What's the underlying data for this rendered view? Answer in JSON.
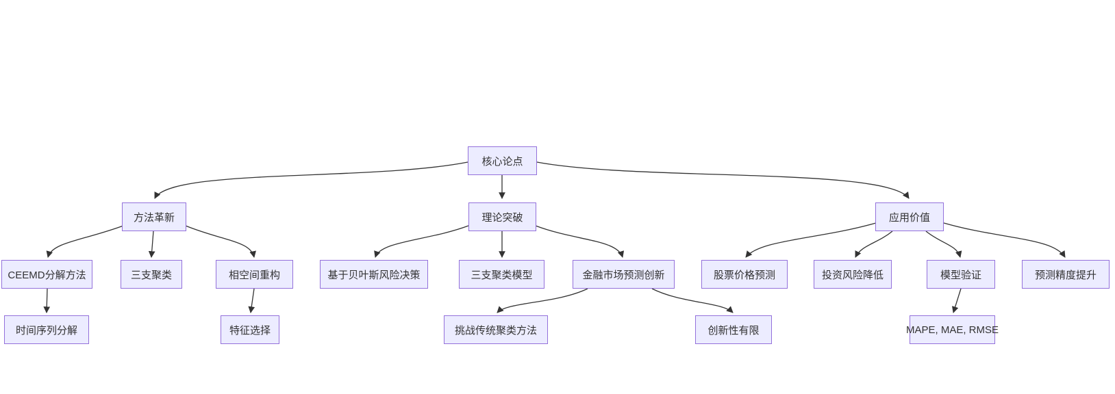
{
  "diagram": {
    "type": "flowchart-top-down",
    "colors": {
      "background": "#ffffff",
      "node_fill": "#ECECFF",
      "node_border": "#9370DB",
      "text": "#333333",
      "edge": "#333333"
    },
    "nodes": {
      "core": {
        "label": "核心论点",
        "level": 1
      },
      "methods": {
        "label": "方法革新",
        "level": 2
      },
      "theory": {
        "label": "理论突破",
        "level": 2
      },
      "application": {
        "label": "应用价值",
        "level": 2
      },
      "ceemd": {
        "label": "CEEMD分解方法",
        "level": 3
      },
      "threeway": {
        "label": "三支聚类",
        "level": 3
      },
      "phase": {
        "label": "相空间重构",
        "level": 3
      },
      "bayes": {
        "label": "基于贝叶斯风险决策",
        "level": 3
      },
      "twcmodel": {
        "label": "三支聚类模型",
        "level": 3
      },
      "finance": {
        "label": "金融市场预测创新",
        "level": 3
      },
      "stock": {
        "label": "股票价格预测",
        "level": 3
      },
      "invest": {
        "label": "投资风险降低",
        "level": 3
      },
      "model": {
        "label": "模型验证",
        "level": 3
      },
      "accuracy": {
        "label": "预测精度提升",
        "level": 3
      },
      "tsdecomp": {
        "label": "时间序列分解",
        "level": 4
      },
      "feature": {
        "label": "特征选择",
        "level": 4
      },
      "challenge": {
        "label": "挑战传统聚类方法",
        "level": 4
      },
      "limited": {
        "label": "创新性有限",
        "level": 4
      },
      "mape": {
        "label": "MAPE, MAE, RMSE",
        "level": 4
      }
    },
    "edges": [
      {
        "from": "core",
        "to": "methods"
      },
      {
        "from": "core",
        "to": "theory"
      },
      {
        "from": "core",
        "to": "application"
      },
      {
        "from": "methods",
        "to": "ceemd"
      },
      {
        "from": "methods",
        "to": "threeway"
      },
      {
        "from": "methods",
        "to": "phase"
      },
      {
        "from": "theory",
        "to": "bayes"
      },
      {
        "from": "theory",
        "to": "twcmodel"
      },
      {
        "from": "theory",
        "to": "finance"
      },
      {
        "from": "application",
        "to": "stock"
      },
      {
        "from": "application",
        "to": "invest"
      },
      {
        "from": "application",
        "to": "model"
      },
      {
        "from": "application",
        "to": "accuracy"
      },
      {
        "from": "ceemd",
        "to": "tsdecomp"
      },
      {
        "from": "phase",
        "to": "feature"
      },
      {
        "from": "finance",
        "to": "challenge"
      },
      {
        "from": "finance",
        "to": "limited"
      },
      {
        "from": "model",
        "to": "mape"
      }
    ]
  }
}
